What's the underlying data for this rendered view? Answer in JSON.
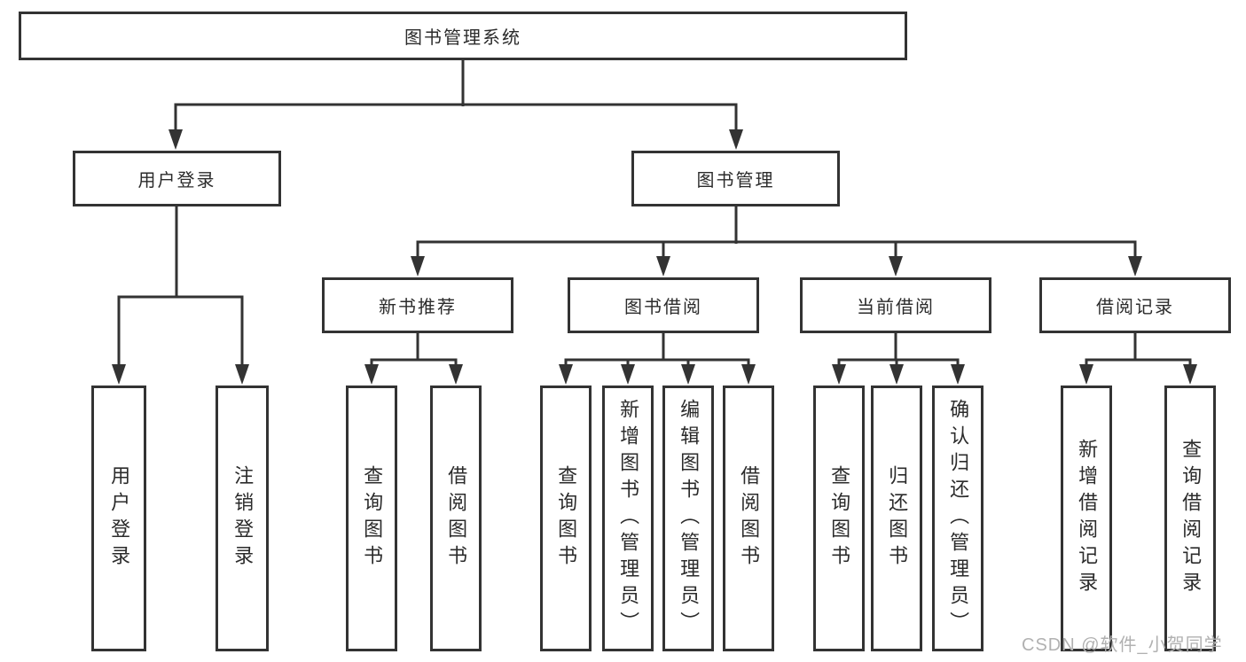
{
  "diagram_type": "hierarchy-tree",
  "colors": {
    "background": "#ffffff",
    "box_border": "#333333",
    "connector_line": "#333333",
    "text": "#2b2b2b",
    "watermark": "#b1b1b1"
  },
  "nodes": {
    "root": {
      "label": "图书管理系统"
    },
    "level2": [
      {
        "label": "用户登录",
        "children": [
          {
            "label": "用户登录"
          },
          {
            "label": "注销登录"
          }
        ]
      },
      {
        "label": "图书管理",
        "children": [
          {
            "label": "新书推荐",
            "children": [
              {
                "label": "查询图书"
              },
              {
                "label": "借阅图书"
              }
            ]
          },
          {
            "label": "图书借阅",
            "children": [
              {
                "label": "查询图书"
              },
              {
                "label": "新增图书（管理员）"
              },
              {
                "label": "编辑图书（管理员）"
              },
              {
                "label": "借阅图书"
              }
            ]
          },
          {
            "label": "当前借阅",
            "children": [
              {
                "label": "查询图书"
              },
              {
                "label": "归还图书"
              },
              {
                "label": "确认归还（管理员）"
              }
            ]
          },
          {
            "label": "借阅记录",
            "children": [
              {
                "label": "新增借阅记录"
              },
              {
                "label": "查询借阅记录"
              }
            ]
          }
        ]
      }
    ]
  },
  "watermark": {
    "text": "CSDN @软件_小贺同学"
  }
}
